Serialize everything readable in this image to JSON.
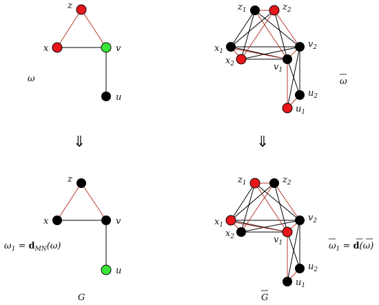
{
  "colors": {
    "black": "#000000",
    "red": "#e8161b",
    "green": "#39e639",
    "edge_black": "#000000",
    "edge_red": "#b5382c"
  },
  "panels": {
    "top_left": {
      "labels": {
        "z": "z",
        "x": "x",
        "v": "v",
        "u": "u"
      },
      "caption": "ω"
    },
    "top_right": {
      "labels": {
        "z1": "z",
        "z1_sub": "1",
        "z2": "z",
        "z2_sub": "2",
        "x1": "x",
        "x1_sub": "1",
        "x2": "x",
        "x2_sub": "2",
        "v1": "v",
        "v1_sub": "1",
        "v2": "v",
        "v2_sub": "2",
        "u1": "u",
        "u1_sub": "1",
        "u2": "u",
        "u2_sub": "2"
      },
      "caption": "ω"
    },
    "bottom_left": {
      "labels": {
        "z": "z",
        "x": "x",
        "v": "v",
        "u": "u"
      },
      "formula_lhs": "ω",
      "formula_lhs_sub": "1",
      "formula_eq": " = ",
      "formula_d": "d",
      "formula_d_sub": "MN",
      "formula_arg": "(ω)",
      "caption": "G"
    },
    "bottom_right": {
      "labels": {
        "z1": "z",
        "z1_sub": "1",
        "z2": "z",
        "z2_sub": "2",
        "x1": "x",
        "x1_sub": "1",
        "x2": "x",
        "x2_sub": "2",
        "v1": "v",
        "v1_sub": "1",
        "v2": "v",
        "v2_sub": "2",
        "u1": "u",
        "u1_sub": "1",
        "u2": "u",
        "u2_sub": "2"
      },
      "formula_lhs": "ω",
      "formula_lhs_sub": "1",
      "formula_eq": " = ",
      "formula_d": "d",
      "formula_arg": "(ω)",
      "caption": "G"
    }
  },
  "arrows": {
    "left": "⇓",
    "right": "⇓"
  }
}
